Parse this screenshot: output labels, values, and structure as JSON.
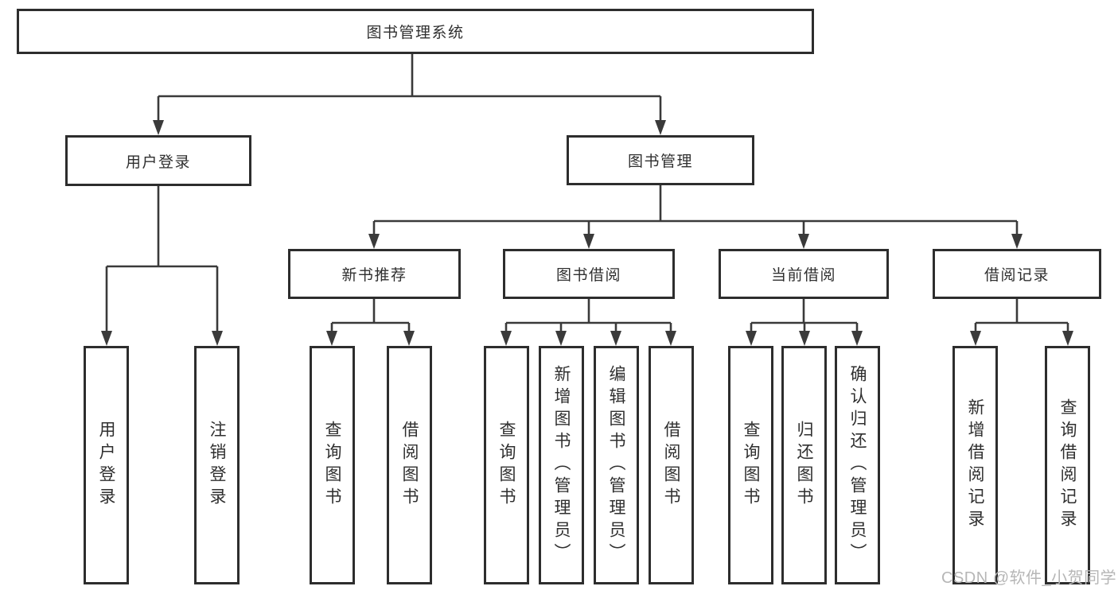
{
  "tree": {
    "root": "图书管理系统",
    "user_login": {
      "label": "用户登录",
      "children": [
        "用户登录",
        "注销登录"
      ]
    },
    "book_mgmt": {
      "label": "图书管理",
      "groups": [
        {
          "label": "新书推荐",
          "children": [
            "查询图书",
            "借阅图书"
          ]
        },
        {
          "label": "图书借阅",
          "children": [
            "查询图书",
            "新增图书（管理员）",
            "编辑图书（管理员）",
            "借阅图书"
          ]
        },
        {
          "label": "当前借阅",
          "children": [
            "查询图书",
            "归还图书",
            "确认归还（管理员）"
          ]
        },
        {
          "label": "借阅记录",
          "children": [
            "新增借阅记录",
            "查询借阅记录"
          ]
        }
      ]
    }
  },
  "watermark": "CSDN @软件_小贺同学",
  "colors": {
    "line": "#3a3a3a",
    "box_border": "#2d2d2d",
    "text": "#2f2f2f",
    "watermark": "#b6b6b6",
    "background": "#ffffff"
  }
}
